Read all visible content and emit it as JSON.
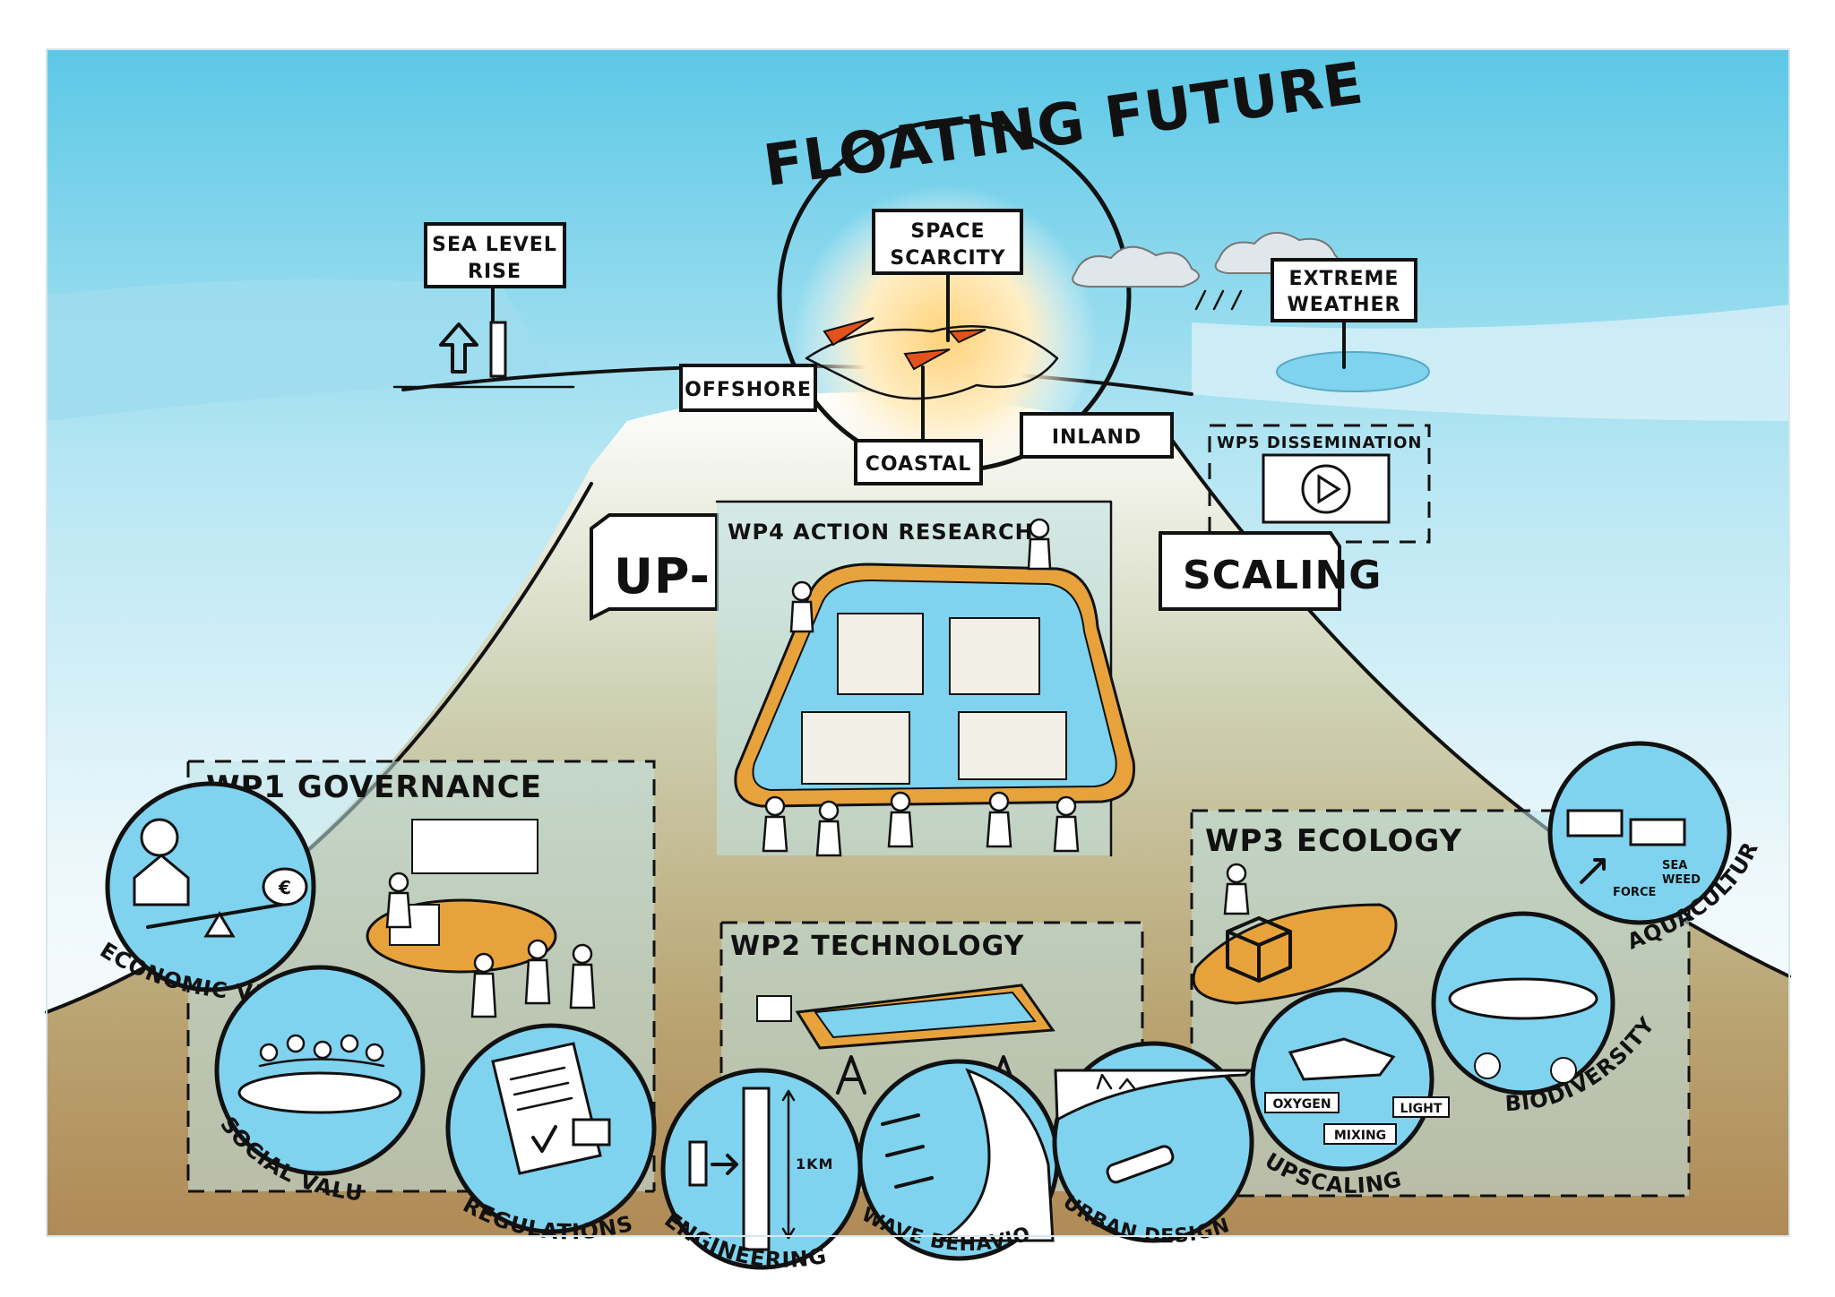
{
  "title": "FLOATING FUTURE",
  "drivers": {
    "sea_level_rise": [
      "SEA LEVEL",
      "RISE"
    ],
    "space_scarcity": [
      "SPACE",
      "SCARCITY"
    ],
    "extreme_weather": [
      "EXTREME",
      "WEATHER"
    ]
  },
  "locations": {
    "offshore": "OFFSHORE",
    "coastal": "COASTAL",
    "inland": "INLAND"
  },
  "upscaling": {
    "left": "UP-",
    "right": "SCALING"
  },
  "work_packages": {
    "wp1": "WP1 GOVERNANCE",
    "wp2": "WP2 TECHNOLOGY",
    "wp3": "WP3 ECOLOGY",
    "wp4": "WP4 ACTION RESEARCH",
    "wp5": "WP5 DISSEMINATION"
  },
  "topics": {
    "economic_value": "ECONOMIC VALUE",
    "social_value": "SOCIAL VALUE",
    "regulations": "REGULATIONS",
    "engineering": "ENGINEERING",
    "wave_behaviour": "WAVE BEHAVIOUR",
    "urban_design": "URBAN DESIGN",
    "upscaling": "UPSCALING",
    "biodiversity": "BIODIVERSITY",
    "aquaculture": "AQUACULTURE"
  },
  "inner_labels": {
    "one_km": "1KM",
    "force": "FORCE",
    "sea_weed": [
      "SEA",
      "WEED"
    ],
    "oxygen": "OXYGEN",
    "light": "LIGHT",
    "mixing": "MIXING",
    "euro": "€"
  },
  "colors": {
    "sky": "#5cc8e6",
    "water": "#7fd3ef",
    "sand_top": "#c9cba6",
    "sand_bottom": "#b38f5a",
    "accent_orange": "#e8a23c",
    "flag_red": "#e2531c"
  }
}
